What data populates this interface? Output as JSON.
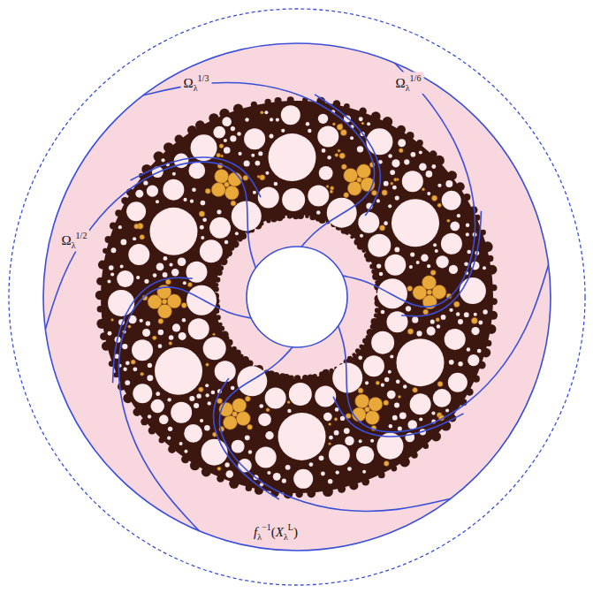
{
  "diagram": {
    "labels": [
      "Ωλ1/3",
      "Ωλ1/6",
      "Ωλ1/2",
      "fλ−1(XλL)"
    ]
  }
}
